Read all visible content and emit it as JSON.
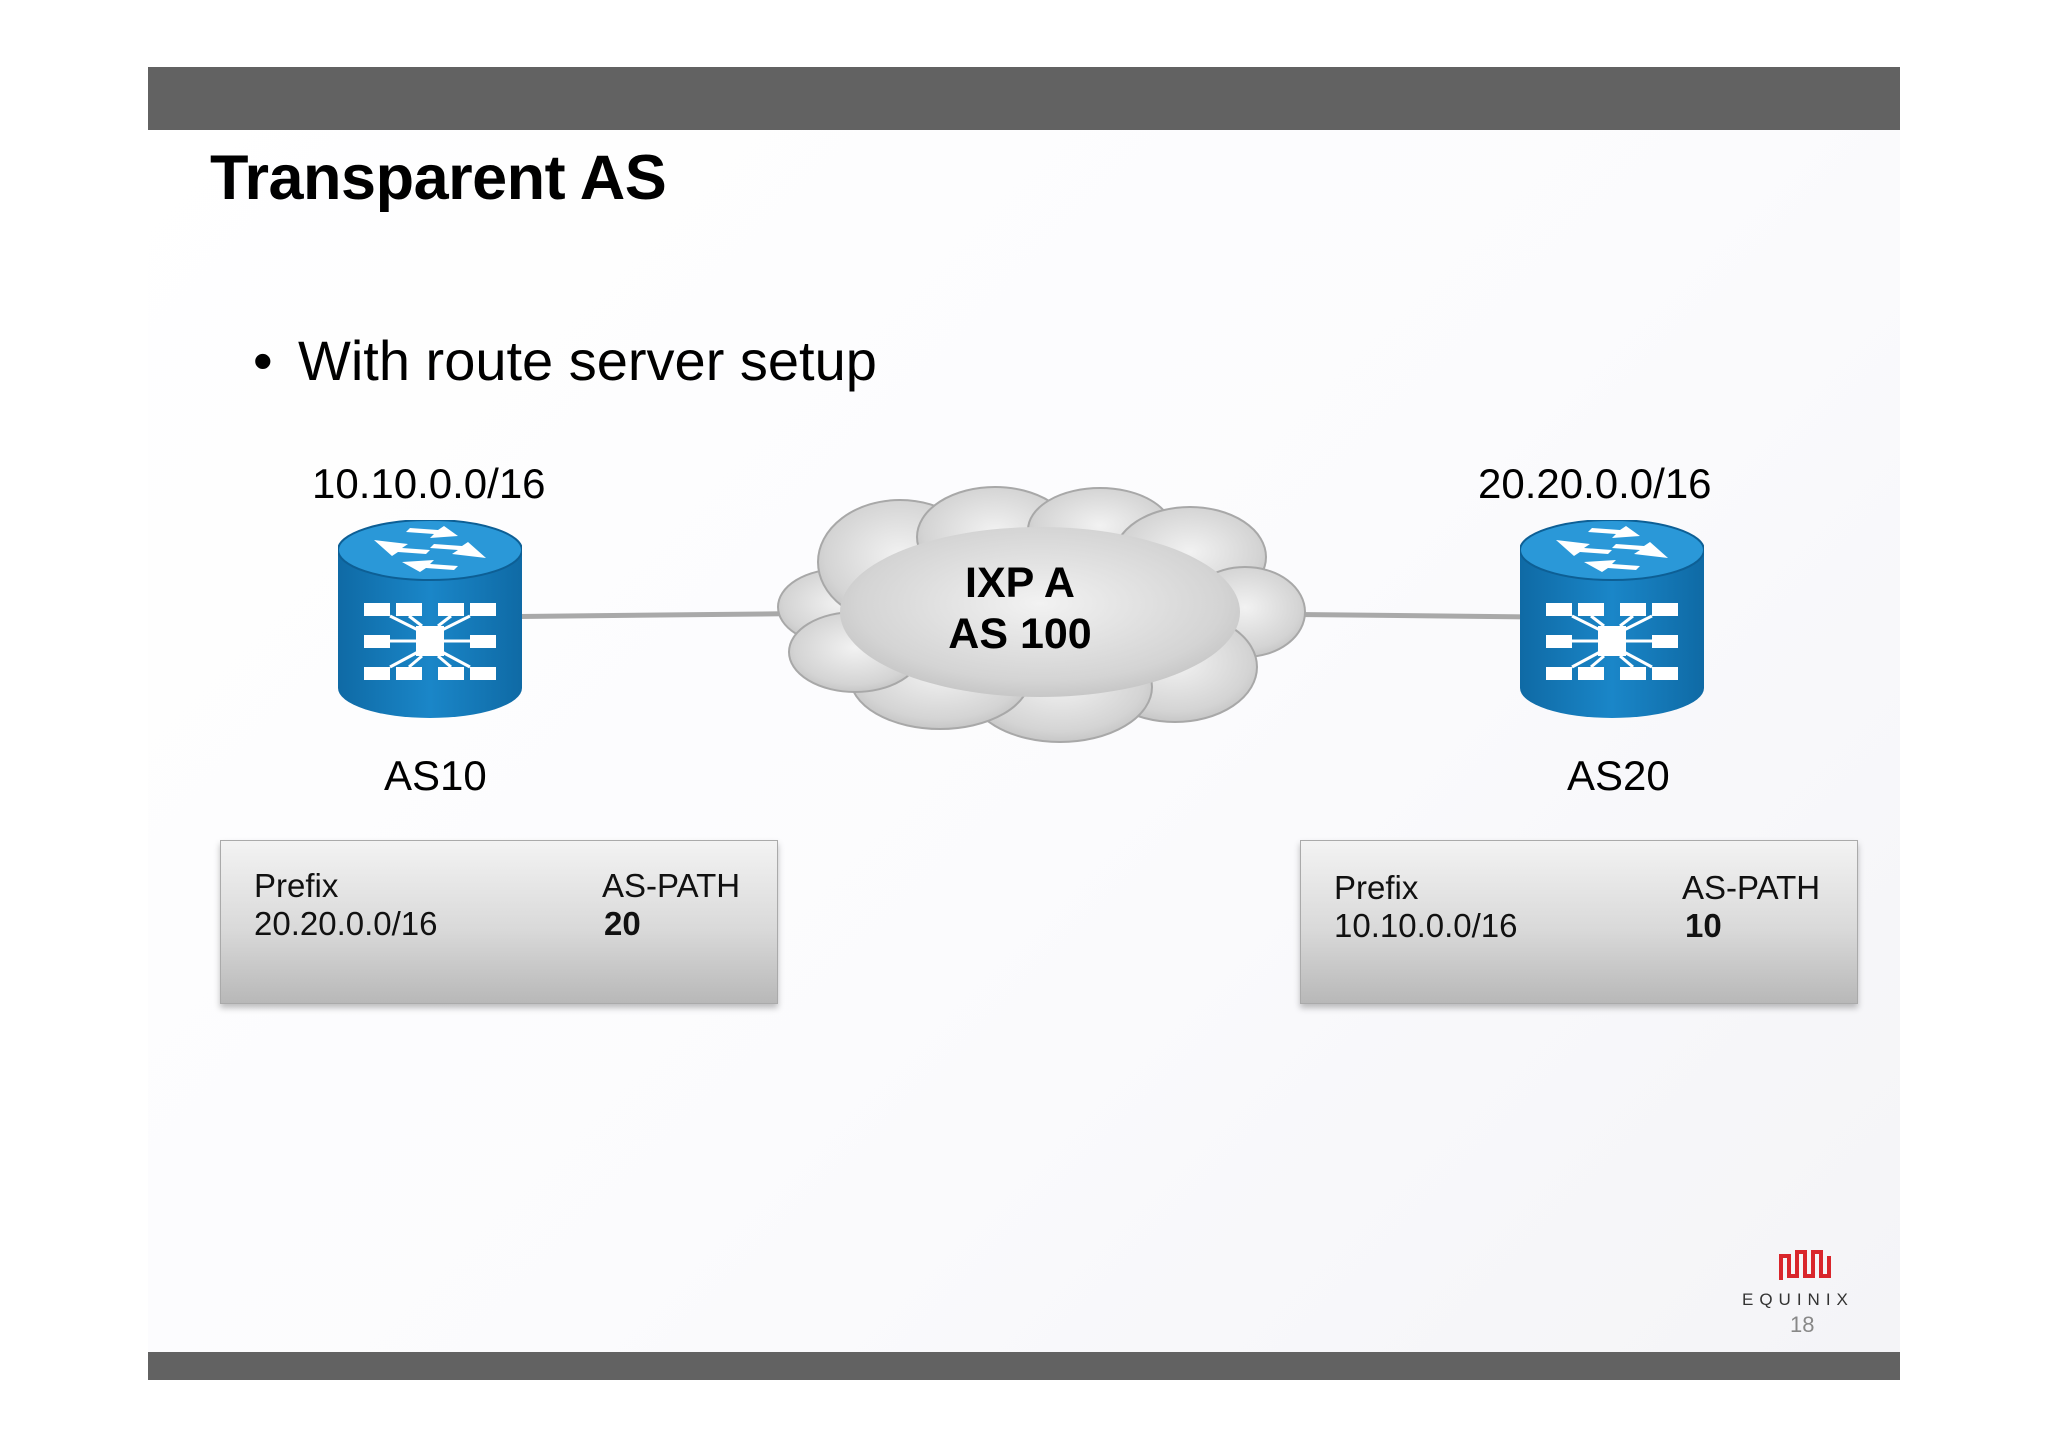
{
  "slide": {
    "title": "Transparent AS",
    "bullet_mark": "•",
    "bullet": "With route server setup",
    "page_number": "18"
  },
  "diagram": {
    "left": {
      "prefix": "10.10.0.0/16",
      "as_label": "AS10",
      "table": {
        "headers": [
          "Prefix",
          "AS-PATH"
        ],
        "row": {
          "prefix": "20.20.0.0/16",
          "as_path": "20"
        }
      }
    },
    "right": {
      "prefix": "20.20.0.0/16",
      "as_label": "AS20",
      "table": {
        "headers": [
          "Prefix",
          "AS-PATH"
        ],
        "row": {
          "prefix": "10.10.0.0/16",
          "as_path": "10"
        }
      }
    },
    "ixp": {
      "name": "IXP A",
      "as": "AS 100"
    }
  },
  "logo": {
    "text": "EQUINIX",
    "color": "#d9262c"
  },
  "colors": {
    "router_blue": "#1579b8",
    "bars": "#626262",
    "link": "#a9a9a9"
  },
  "icons": [
    "router-icon",
    "cloud-icon",
    "equinix-logo-icon"
  ]
}
